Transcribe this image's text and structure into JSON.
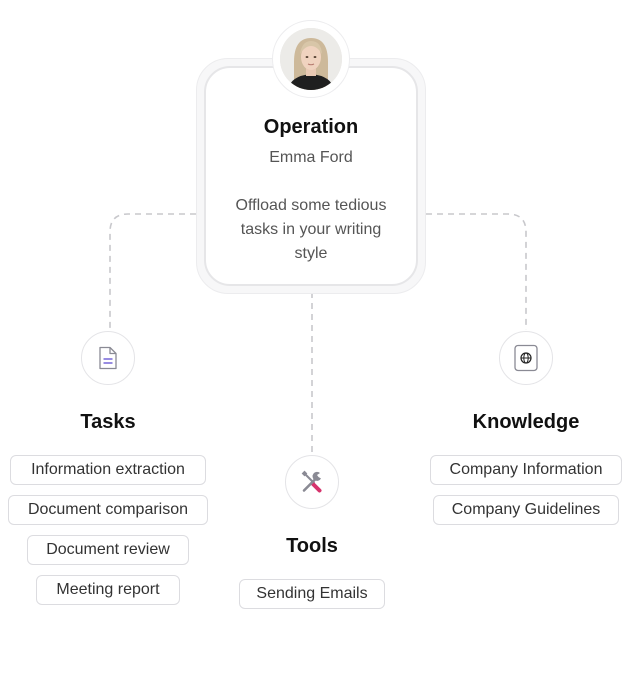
{
  "center": {
    "title": "Operation",
    "name": "Emma Ford",
    "description": "Offload some tedious tasks in your writing style"
  },
  "branches": {
    "tasks": {
      "title": "Tasks",
      "icon": "document-icon",
      "items": [
        "Information extraction",
        "Document comparison",
        "Document review",
        "Meeting report"
      ]
    },
    "tools": {
      "title": "Tools",
      "icon": "tools-icon",
      "items": [
        "Sending Emails"
      ]
    },
    "knowledge": {
      "title": "Knowledge",
      "icon": "globe-icon",
      "items": [
        "Company Information",
        "Company Guidelines"
      ]
    }
  },
  "colors": {
    "connector": "#c8c8cc",
    "tools_accent": "#d6336c",
    "doc_accent": "#6b5bd6"
  }
}
